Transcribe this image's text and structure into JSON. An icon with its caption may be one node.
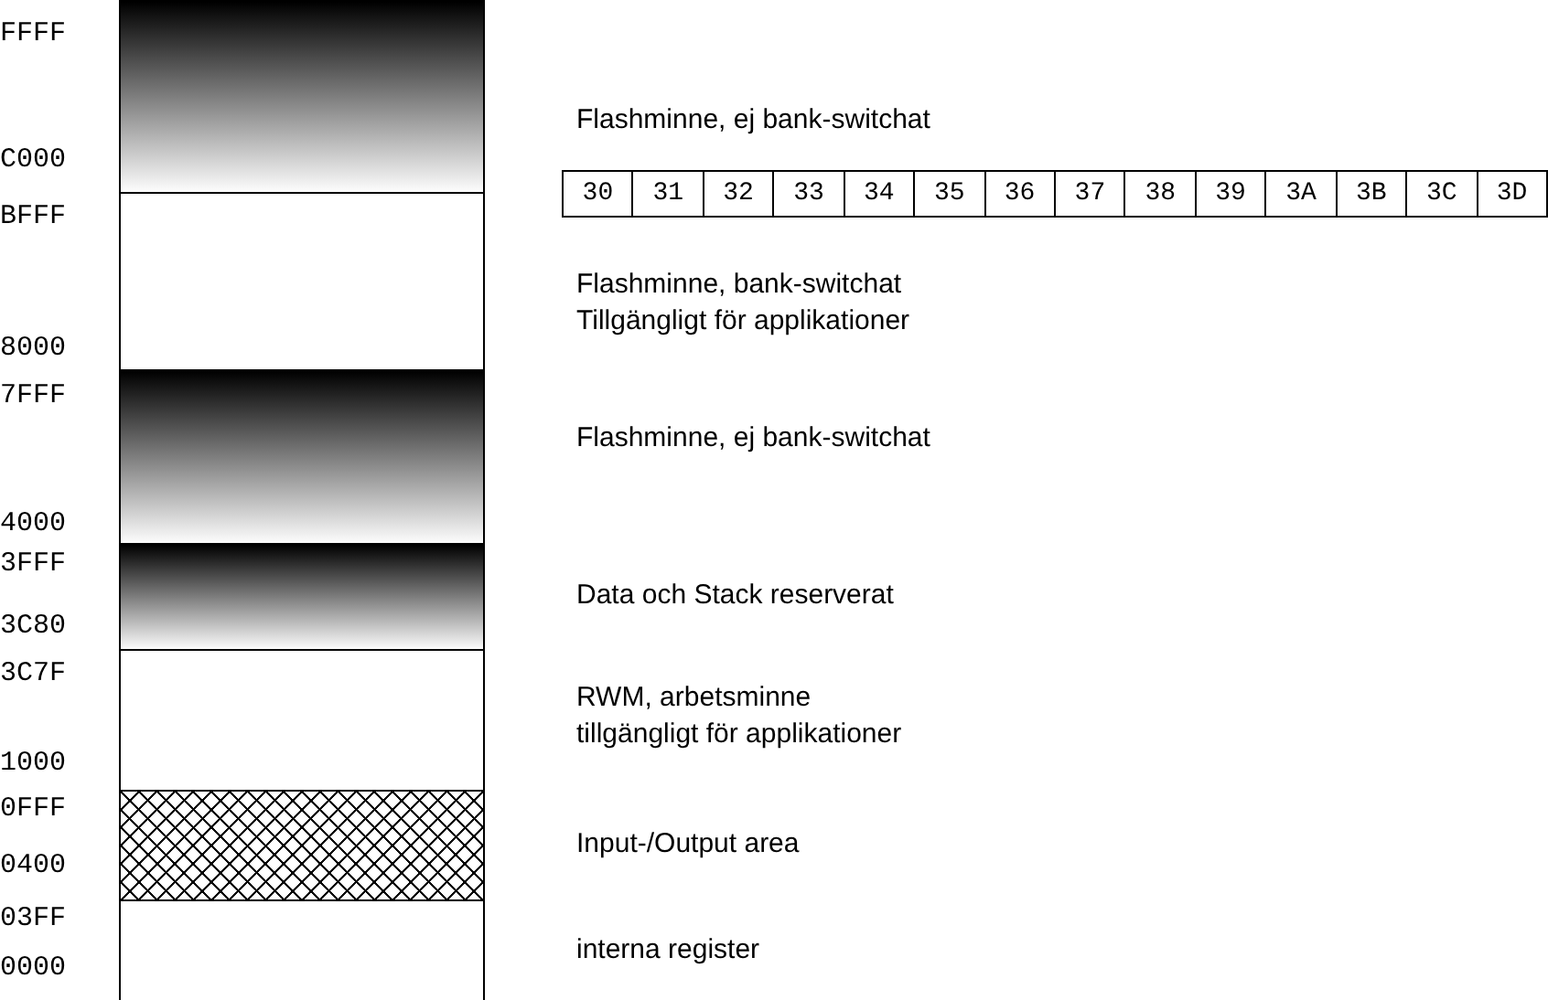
{
  "diagram": {
    "nodes": [
      {
        "text": [],
        "shape": "bar",
        "beside": [
          "Flashminne, ej bank-switchat"
        ]
      },
      {
        "text": [],
        "shape": "bar",
        "beside": [
          "Flashminne, bank-switchat",
          "Tillgängligt för applikationer"
        ]
      },
      {
        "text": [],
        "shape": "bar",
        "beside": [
          "Flashminne, ej bank-switchat"
        ]
      },
      {
        "text": [],
        "shape": "bar",
        "beside": [
          "Data och Stack reserverat"
        ]
      },
      {
        "text": [],
        "shape": "bar",
        "beside": [
          "RWM, arbetsminne",
          "tillgängligt för applikationer"
        ]
      },
      {
        "text": [],
        "shape": "bar",
        "beside": [
          "Input-/Output area"
        ]
      },
      {
        "text": [],
        "shape": "bar",
        "beside": [
          "interna register"
        ]
      }
    ],
    "labels": [
      "FFFF",
      "C000",
      "BFFF",
      "30",
      "31",
      "32",
      "33",
      "34",
      "35",
      "36",
      "37",
      "38",
      "39",
      "3A",
      "3B",
      "3C",
      "3D",
      "8000",
      "7FFF",
      "4000",
      "3FFF",
      "3C80",
      "3C7F",
      "1000",
      "0FFF",
      "0400",
      "03FF",
      "0000"
    ]
  }
}
